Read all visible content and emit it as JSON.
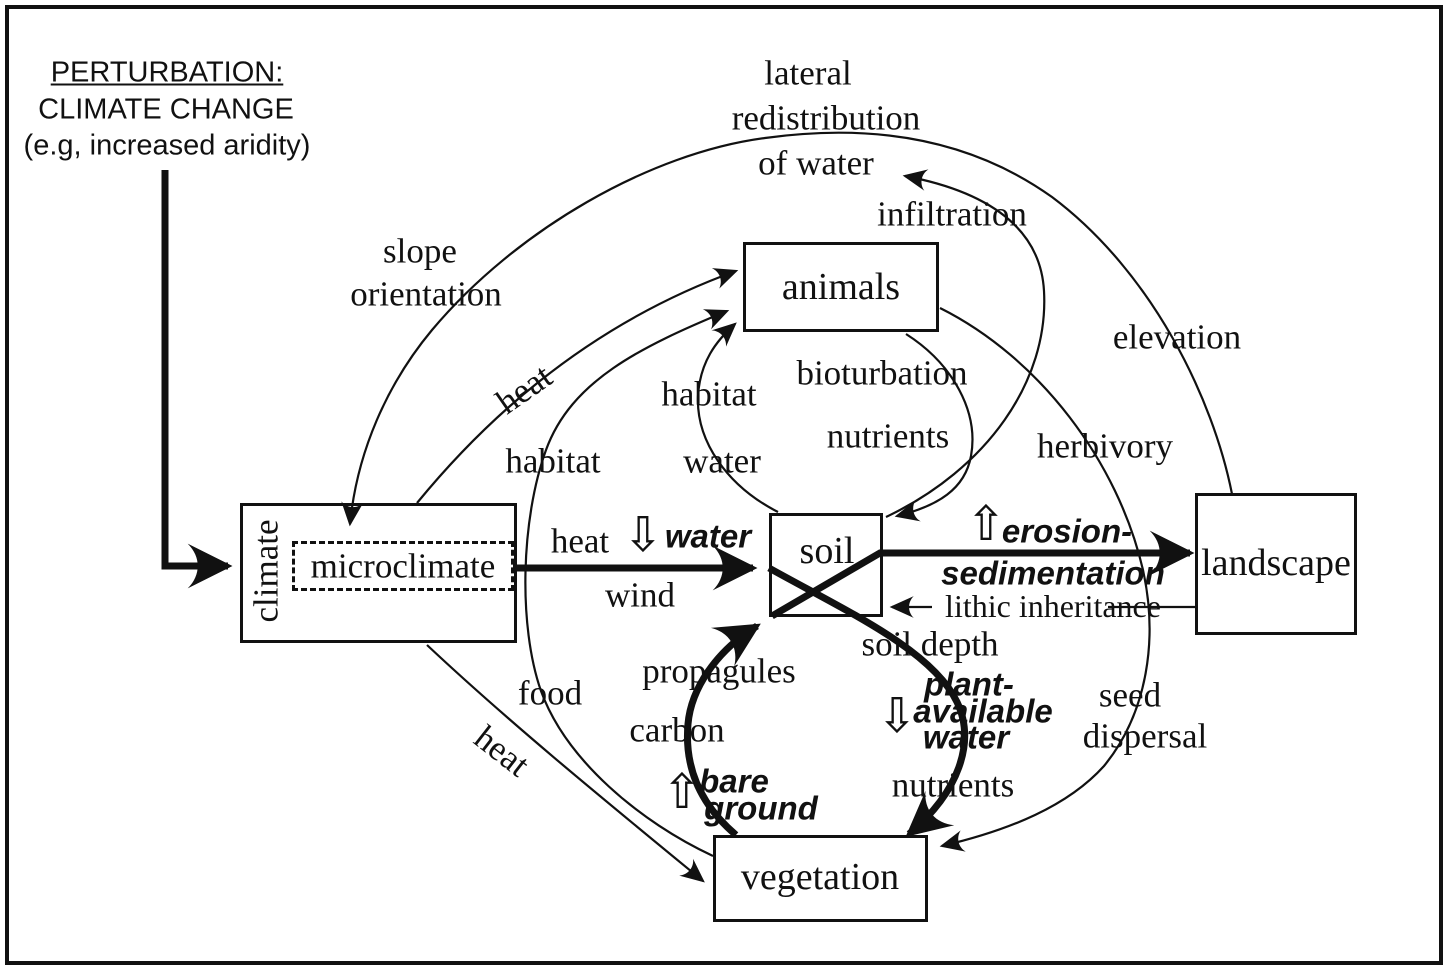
{
  "perturbation": {
    "line1": "PERTURBATION:",
    "line2": "CLIMATE CHANGE",
    "line3": "(e.g, increased aridity)"
  },
  "boxes": {
    "climate": "climate",
    "microclimate": "microclimate",
    "animals": "animals",
    "soil": "soil",
    "landscape": "landscape",
    "vegetation": "vegetation"
  },
  "water_node": {
    "line1": "lateral",
    "line2": "redistribution",
    "line3": "of water"
  },
  "labels": {
    "slope_line1": "slope",
    "slope_line2": "orientation",
    "elevation": "elevation",
    "infiltration": "infiltration",
    "heat_to_animals": "heat",
    "habitat_veg_to_animals": "habitat",
    "food": "food",
    "heat_to_vegetation": "heat",
    "habitat_soil_to_animals": "habitat",
    "water_soil_to_animals": "water",
    "bioturbation": "bioturbation",
    "nutrients_animals_to_soil": "nutrients",
    "herbivory": "herbivory",
    "heat_to_soil": "heat",
    "water_to_soil": "water",
    "wind": "wind",
    "erosion": "erosion-",
    "sedimentation": "sedimentation",
    "lithic_inheritance": "lithic inheritance",
    "soil_depth": "soil depth",
    "plant": "plant-",
    "available": "available",
    "plant_water": "water",
    "nutrients_soil_to_veg": "nutrients",
    "seed": "seed",
    "dispersal": "dispersal",
    "propagules": "propagules",
    "carbon": "carbon",
    "bare": "bare",
    "ground": "ground"
  },
  "icons": {
    "up_white_arrow": "⇧",
    "down_white_arrow": "⇩"
  },
  "colors": {
    "ink": "#111111",
    "background": "#ffffff"
  }
}
